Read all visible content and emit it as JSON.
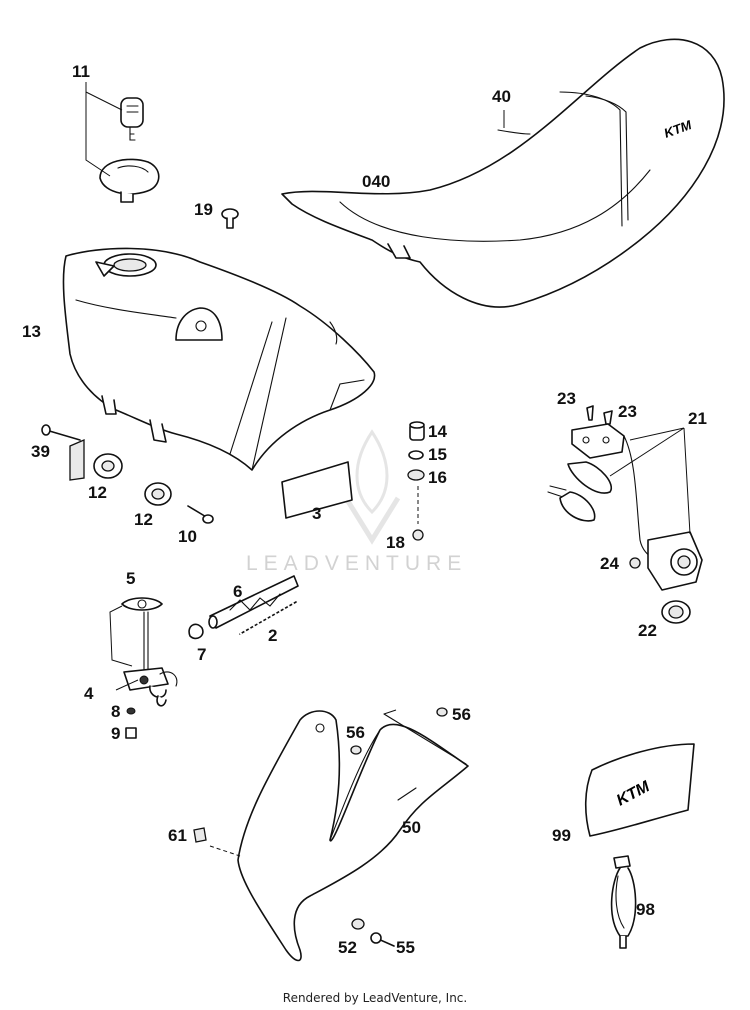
{
  "callouts": [
    {
      "id": "11",
      "text": "11"
    },
    {
      "id": "40",
      "text": "40"
    },
    {
      "id": "040",
      "text": "040"
    },
    {
      "id": "19",
      "text": "19"
    },
    {
      "id": "13",
      "text": "13"
    },
    {
      "id": "14",
      "text": "14"
    },
    {
      "id": "15",
      "text": "15"
    },
    {
      "id": "16",
      "text": "16"
    },
    {
      "id": "23a",
      "text": "23"
    },
    {
      "id": "23b",
      "text": "23"
    },
    {
      "id": "21",
      "text": "21"
    },
    {
      "id": "39",
      "text": "39"
    },
    {
      "id": "12a",
      "text": "12"
    },
    {
      "id": "12b",
      "text": "12"
    },
    {
      "id": "10",
      "text": "10"
    },
    {
      "id": "3",
      "text": "3"
    },
    {
      "id": "18",
      "text": "18"
    },
    {
      "id": "24",
      "text": "24"
    },
    {
      "id": "22",
      "text": "22"
    },
    {
      "id": "5",
      "text": "5"
    },
    {
      "id": "6",
      "text": "6"
    },
    {
      "id": "7",
      "text": "7"
    },
    {
      "id": "2",
      "text": "2"
    },
    {
      "id": "4",
      "text": "4"
    },
    {
      "id": "8",
      "text": "8"
    },
    {
      "id": "9",
      "text": "9"
    },
    {
      "id": "56a",
      "text": "56"
    },
    {
      "id": "56b",
      "text": "56"
    },
    {
      "id": "50",
      "text": "50"
    },
    {
      "id": "61",
      "text": "61"
    },
    {
      "id": "99",
      "text": "99"
    },
    {
      "id": "98",
      "text": "98"
    },
    {
      "id": "52",
      "text": "52"
    },
    {
      "id": "55",
      "text": "55"
    }
  ],
  "brand_mark": "KTM",
  "watermark": "LEADVENTURE",
  "footer": "Rendered by LeadVenture, Inc.",
  "colors": {
    "line": "#111111",
    "watermark": "#d2d2d2",
    "background": "#ffffff"
  }
}
